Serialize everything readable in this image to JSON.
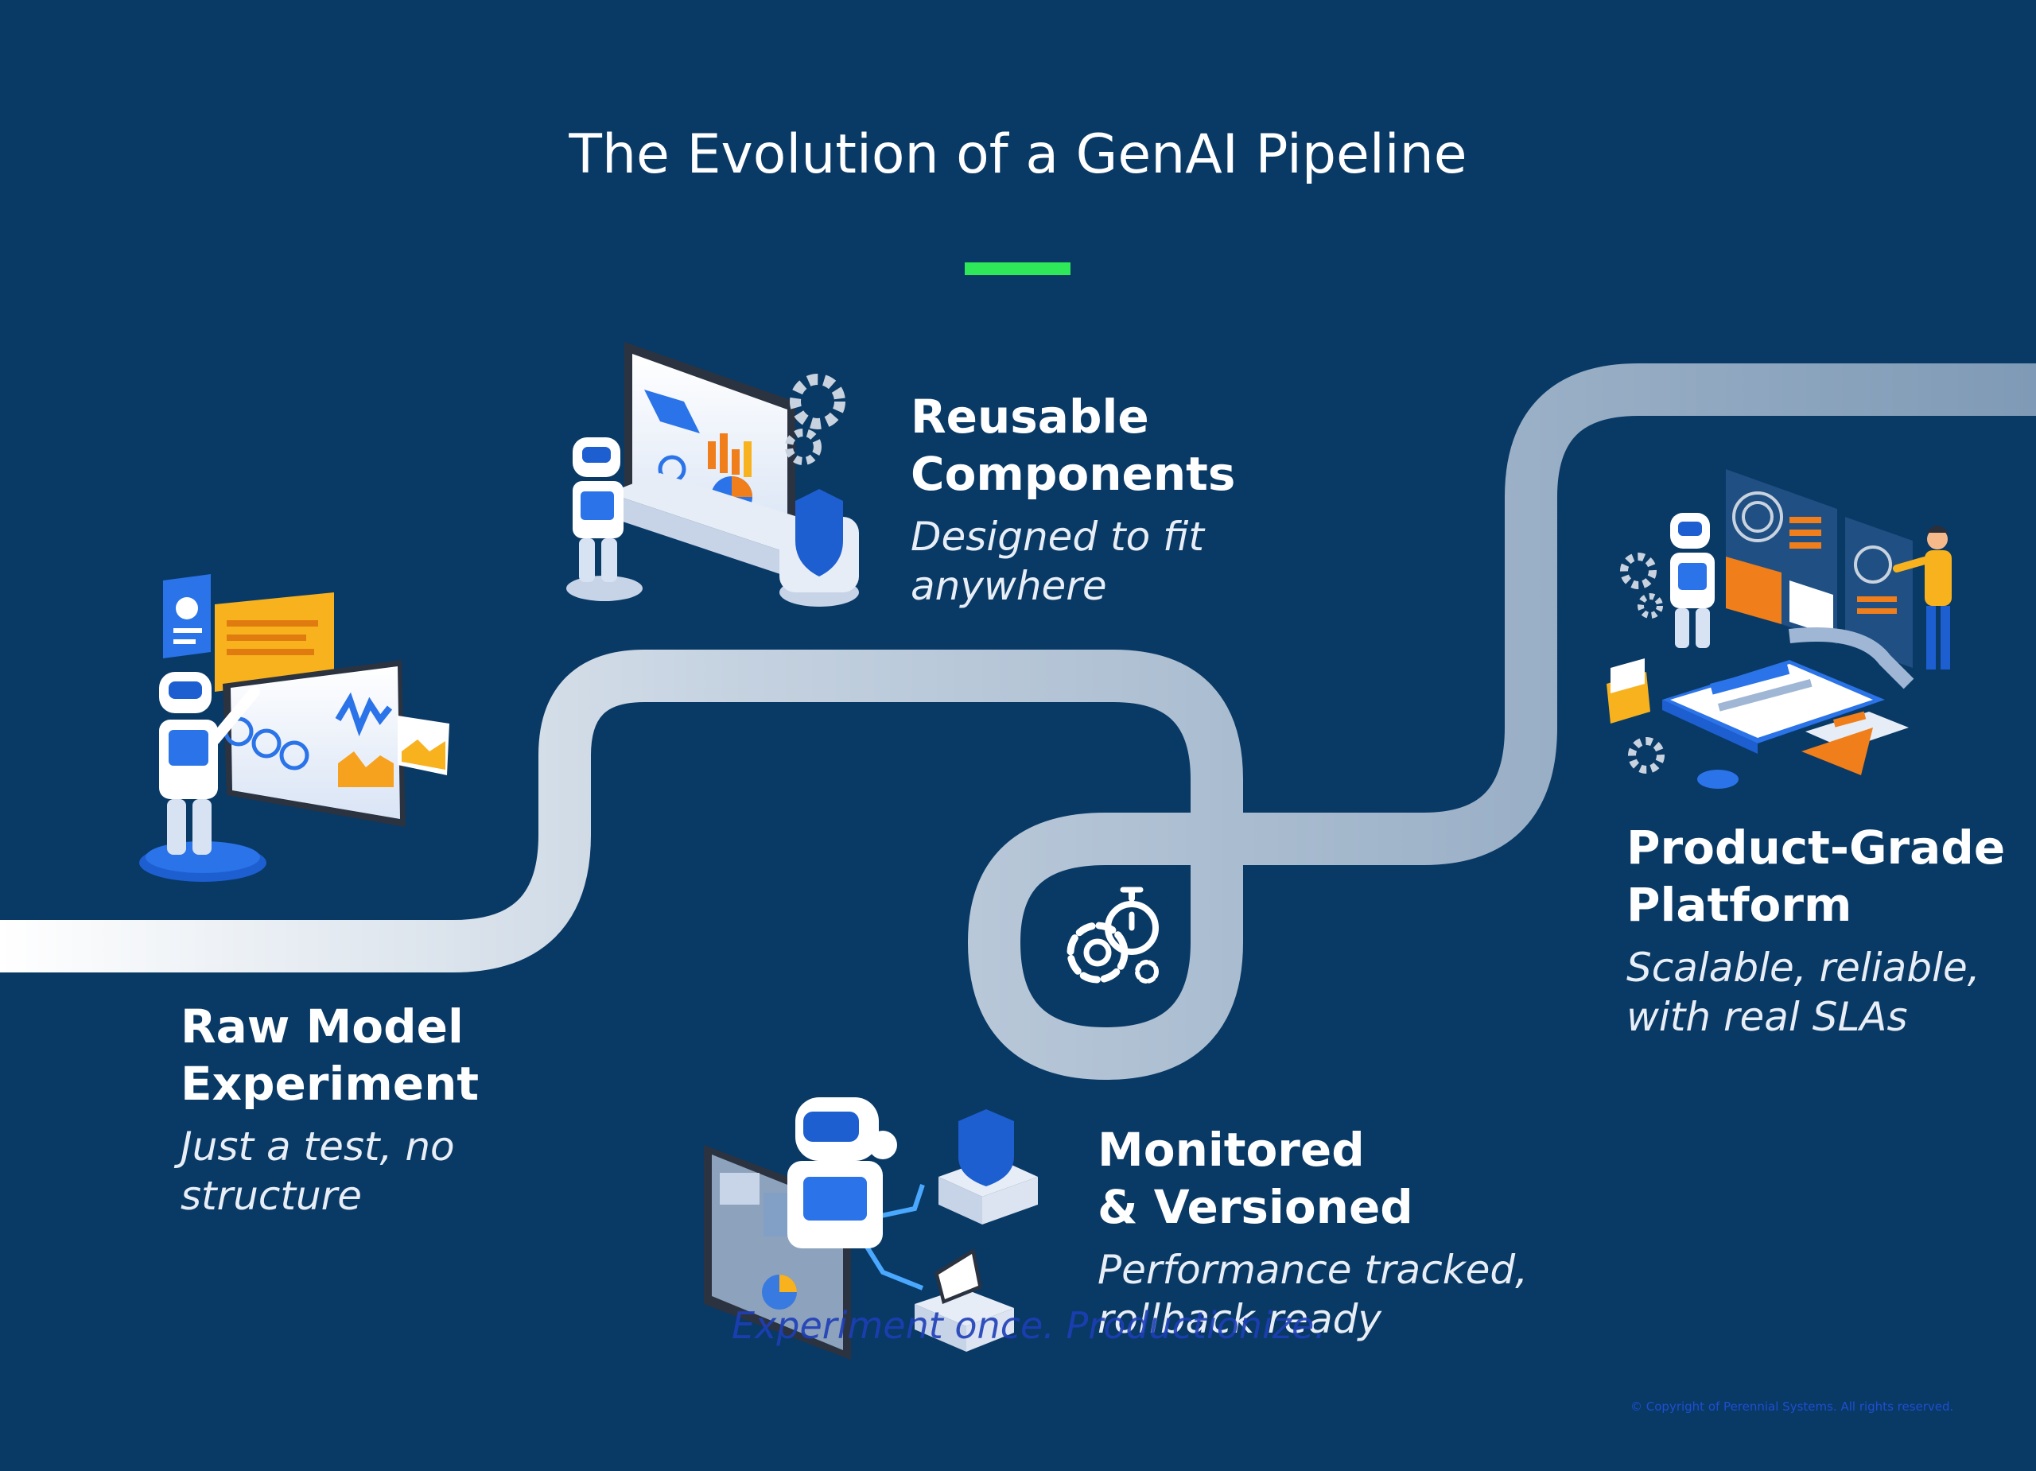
{
  "header": {
    "title": "The Evolution of a GenAI Pipeline",
    "accent_color": "#2ee85a"
  },
  "stages": [
    {
      "title_lines": [
        "Raw Model",
        "Experiment"
      ],
      "description_lines": [
        "Just a test, no",
        "structure"
      ],
      "illustration": "robot-with-dashboard-screens"
    },
    {
      "title_lines": [
        "Reusable",
        "Components"
      ],
      "description_lines": [
        "Designed to fit",
        "anywhere"
      ],
      "illustration": "robot-with-laptop-gears-shield"
    },
    {
      "title_lines": [
        "Monitored",
        "& Versioned"
      ],
      "description_lines": [
        "Performance tracked,",
        "rollback ready"
      ],
      "illustration": "robot-with-servers-monitor"
    },
    {
      "title_lines": [
        "Product-Grade",
        "Platform"
      ],
      "description_lines": [
        "Scalable, reliable,",
        "with real SLAs"
      ],
      "illustration": "robot-and-person-with-mobile-platform"
    }
  ],
  "loop_icon": "gears-stopwatch-icon",
  "footer_note": "Experiment once. Productionize.",
  "copyright": "© Copyright of Perennial Systems. All rights reserved.",
  "colors": {
    "background": "#093965",
    "road_start": "#ffffff",
    "road_end": "#7f9ab6"
  }
}
